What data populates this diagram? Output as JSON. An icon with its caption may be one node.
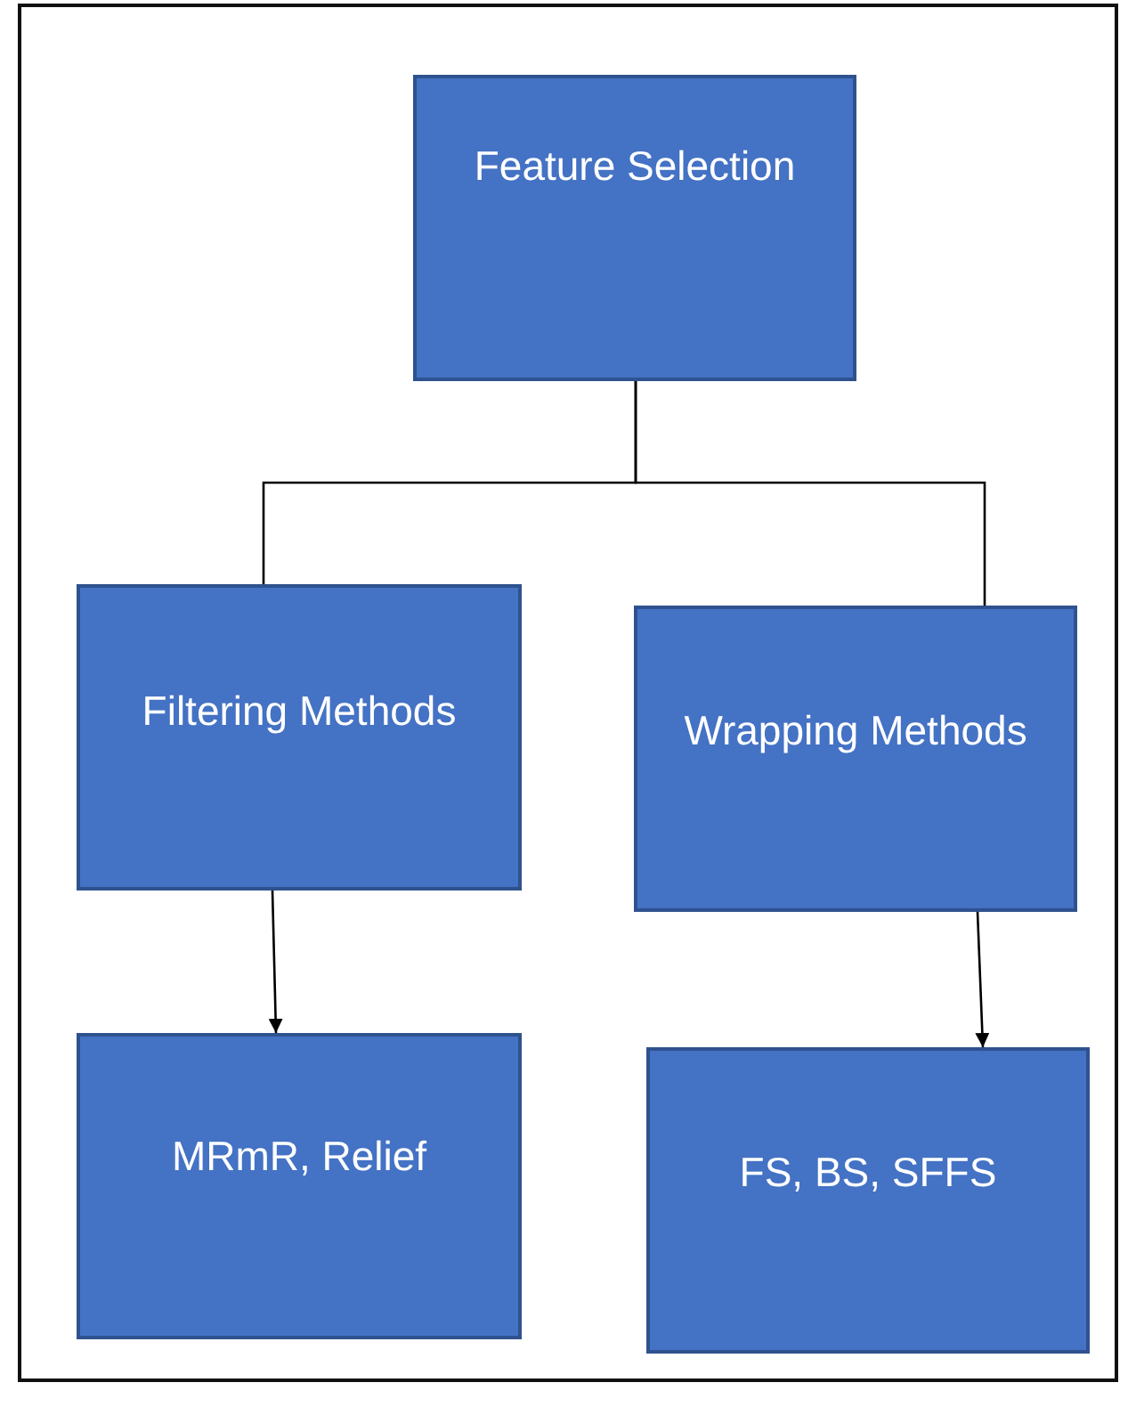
{
  "diagram": {
    "nodes": [
      {
        "text": [
          "Feature Selection"
        ]
      },
      {
        "text": [
          "Filtering Methods"
        ]
      },
      {
        "text": [
          "Wrapping Methods"
        ]
      },
      {
        "text": [
          "MRmR, Relief"
        ]
      },
      {
        "text": [
          "FS, BS, SFFS"
        ]
      }
    ],
    "edges": [
      {
        "from": 0,
        "to": 1,
        "arrow": "none"
      },
      {
        "from": 0,
        "to": 2,
        "arrow": "none"
      },
      {
        "from": 1,
        "to": 3,
        "arrow": "to"
      },
      {
        "from": 2,
        "to": 4,
        "arrow": "to"
      }
    ]
  }
}
